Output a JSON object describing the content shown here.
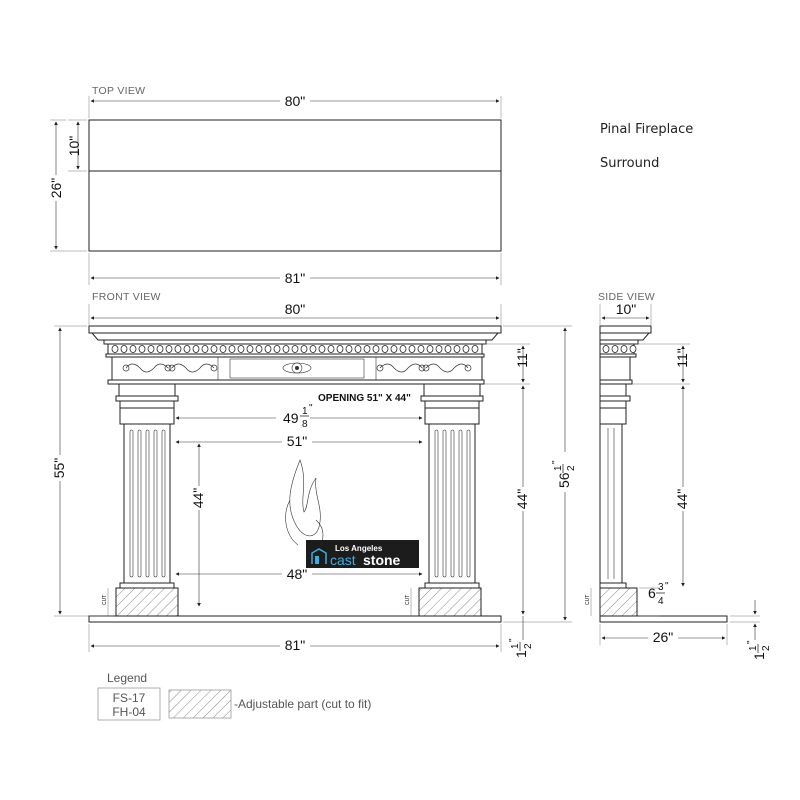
{
  "title": {
    "line1": "Pinal Fireplace",
    "line2": "Surround"
  },
  "views": {
    "top": "TOP VIEW",
    "front": "FRONT VIEW",
    "side": "SIDE VIEW"
  },
  "dimensions": {
    "top_width_inner": "80\"",
    "top_width_outer": "81\"",
    "top_depth_small": "10\"",
    "top_depth": "26\"",
    "front_top_width": "80\"",
    "front_height": "55\"",
    "front_frieze": "11\"",
    "front_overall_height_whole": "56",
    "front_overall_height_frac_num": "1",
    "front_overall_height_frac_den": "2",
    "front_inner_width_whole": "49",
    "front_inner_width_frac_num": "1",
    "front_inner_width_frac_den": "8",
    "front_opening_width": "51\"",
    "front_opening_height": "44\"",
    "front_leg_height": "44\"",
    "front_bottom_width": "48\"",
    "front_base_width": "81\"",
    "hearth_whole": "1",
    "hearth_frac_num": "1",
    "hearth_frac_den": "2",
    "side_top_depth": "10\"",
    "side_frieze": "11\"",
    "side_leg_height": "44\"",
    "side_plinth_whole": "6",
    "side_plinth_frac_num": "3",
    "side_plinth_frac_den": "4",
    "side_base_depth": "26\"",
    "side_hearth_whole": "1",
    "side_hearth_frac_num": "1",
    "side_hearth_frac_den": "2"
  },
  "opening_label": "OPENING 51\" X 44\"",
  "cut_label": "CUT",
  "logo": {
    "line1": "Los Angeles",
    "part1": "cast",
    "part2": "stone",
    "accent": "#3aaee0",
    "bg": "#1c1c1c"
  },
  "legend": {
    "title": "Legend",
    "code1": "FS-17",
    "code2": "FH-04",
    "adjustable": "-Adjustable part (cut to fit)"
  }
}
